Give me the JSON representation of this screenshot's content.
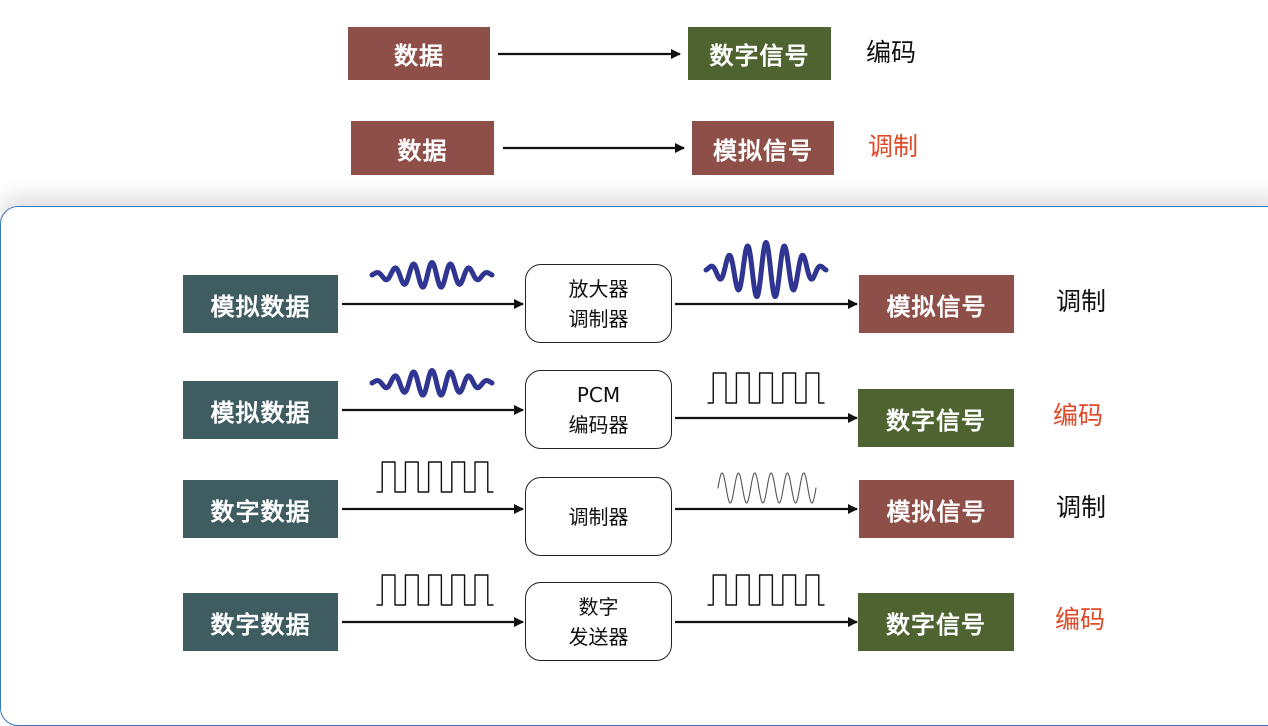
{
  "colors": {
    "data_dark": "#3f5c60",
    "signal_analog": "#8e4f48",
    "signal_digital": "#4f6330",
    "wave_blue": "#2f3590",
    "accent_red": "#e04a28",
    "text_black": "#111111"
  },
  "top": {
    "row1": {
      "source": "数据",
      "target": "数字信号",
      "method": "编码"
    },
    "row2": {
      "source": "数据",
      "target": "模拟信号",
      "method": "调制"
    }
  },
  "rows": [
    {
      "source": "模拟数据",
      "device_line1": "放大器",
      "device_line2": "调制器",
      "target": "模拟信号",
      "method": "调制",
      "in_wave": "sine-small-icon",
      "out_wave": "sine-large-icon"
    },
    {
      "source": "模拟数据",
      "device_line1": "PCM",
      "device_line2": "编码器",
      "target": "数字信号",
      "method": "编码",
      "in_wave": "sine-small-icon",
      "out_wave": "square-wave-icon"
    },
    {
      "source": "数字数据",
      "device_line1": "调制器",
      "device_line2": "",
      "target": "模拟信号",
      "method": "调制",
      "in_wave": "square-wave-icon",
      "out_wave": "thin-sine-icon"
    },
    {
      "source": "数字数据",
      "device_line1": "数字",
      "device_line2": "发送器",
      "target": "数字信号",
      "method": "编码",
      "in_wave": "square-wave-icon",
      "out_wave": "square-wave-icon"
    }
  ]
}
